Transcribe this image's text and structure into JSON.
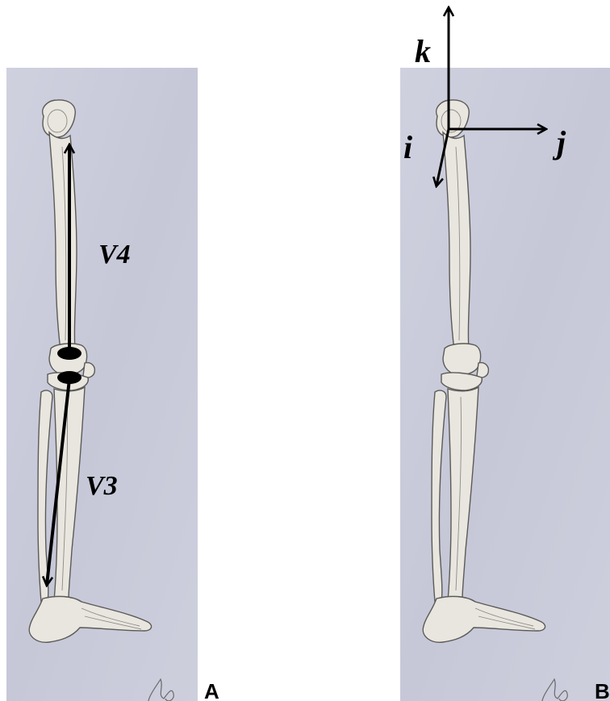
{
  "panel_a": {
    "label": "A",
    "vector_top": "V4",
    "vector_bottom": "V3"
  },
  "panel_b": {
    "label": "B",
    "axis_k": "k",
    "axis_i": "i",
    "axis_j": "j"
  },
  "colors": {
    "paper": "#cbcddc",
    "arrows": "#000000",
    "bone": "#e9e6df"
  }
}
